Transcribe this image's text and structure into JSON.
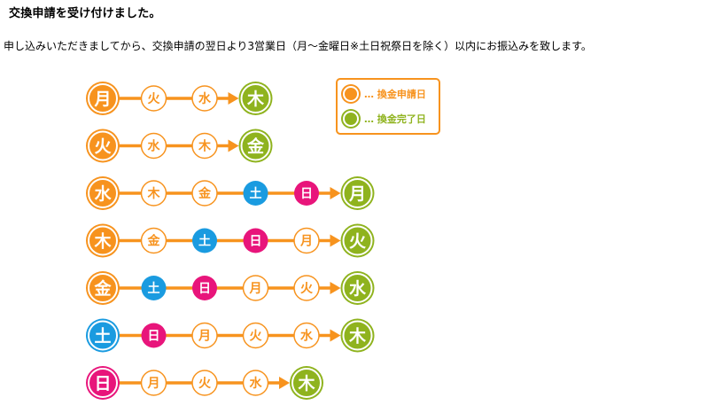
{
  "page": {
    "title": "交換申請を受け付けました。",
    "description": "申し込みいただきましてから、交換申請の翌日より3営業日（月～金曜日※土日祝祭日を除く）以内にお振込みを致します。"
  },
  "colors": {
    "orange": "#f7931e",
    "green": "#8fb31e",
    "blue": "#1a9be0",
    "pink": "#e8157b",
    "line": "#f7931e"
  },
  "legend": {
    "apply_label": "… 換金申請日",
    "complete_label": "… 換金完了日"
  },
  "schedule": [
    {
      "days": [
        {
          "label": "月",
          "kind": "apply"
        },
        {
          "label": "火",
          "kind": "weekday"
        },
        {
          "label": "水",
          "kind": "weekday"
        },
        {
          "label": "木",
          "kind": "complete"
        }
      ]
    },
    {
      "days": [
        {
          "label": "火",
          "kind": "apply"
        },
        {
          "label": "水",
          "kind": "weekday"
        },
        {
          "label": "木",
          "kind": "weekday"
        },
        {
          "label": "金",
          "kind": "complete"
        }
      ]
    },
    {
      "days": [
        {
          "label": "水",
          "kind": "apply"
        },
        {
          "label": "木",
          "kind": "weekday"
        },
        {
          "label": "金",
          "kind": "weekday"
        },
        {
          "label": "土",
          "kind": "saturday"
        },
        {
          "label": "日",
          "kind": "sunday"
        },
        {
          "label": "月",
          "kind": "complete"
        }
      ]
    },
    {
      "days": [
        {
          "label": "木",
          "kind": "apply"
        },
        {
          "label": "金",
          "kind": "weekday"
        },
        {
          "label": "土",
          "kind": "saturday"
        },
        {
          "label": "日",
          "kind": "sunday"
        },
        {
          "label": "月",
          "kind": "weekday"
        },
        {
          "label": "火",
          "kind": "complete"
        }
      ]
    },
    {
      "days": [
        {
          "label": "金",
          "kind": "apply"
        },
        {
          "label": "土",
          "kind": "saturday"
        },
        {
          "label": "日",
          "kind": "sunday"
        },
        {
          "label": "月",
          "kind": "weekday"
        },
        {
          "label": "火",
          "kind": "weekday"
        },
        {
          "label": "水",
          "kind": "complete"
        }
      ]
    },
    {
      "days": [
        {
          "label": "土",
          "kind": "apply-saturday"
        },
        {
          "label": "日",
          "kind": "sunday"
        },
        {
          "label": "月",
          "kind": "weekday"
        },
        {
          "label": "火",
          "kind": "weekday"
        },
        {
          "label": "水",
          "kind": "weekday"
        },
        {
          "label": "木",
          "kind": "complete"
        }
      ]
    },
    {
      "days": [
        {
          "label": "日",
          "kind": "apply-sunday"
        },
        {
          "label": "月",
          "kind": "weekday"
        },
        {
          "label": "火",
          "kind": "weekday"
        },
        {
          "label": "水",
          "kind": "weekday"
        },
        {
          "label": "木",
          "kind": "complete"
        }
      ]
    }
  ]
}
